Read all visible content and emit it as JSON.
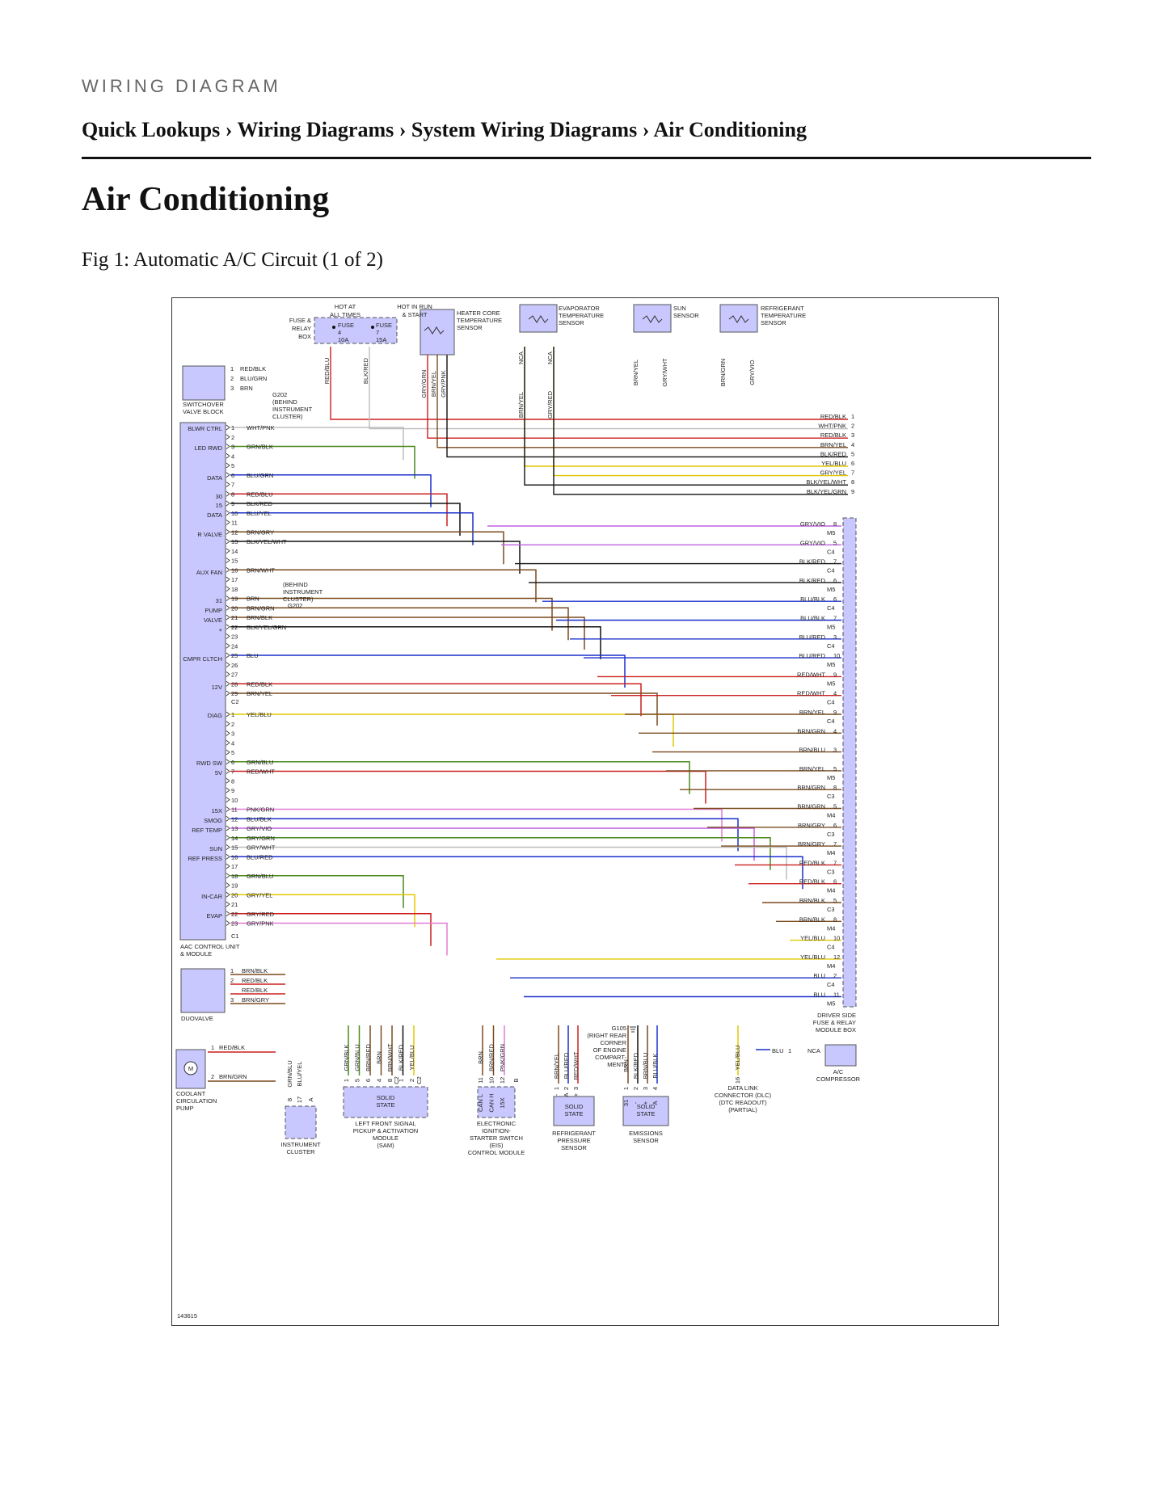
{
  "header": {
    "kicker": "WIRING DIAGRAM",
    "breadcrumb": [
      "Quick Lookups",
      "Wiring Diagrams",
      "System Wiring Diagrams",
      "Air Conditioning"
    ],
    "separator": "›"
  },
  "page": {
    "title": "Air Conditioning",
    "figure_caption": "Fig 1: Automatic A/C Circuit (1 of 2)"
  },
  "diagram": {
    "figure_number": "143615",
    "top_labels": {
      "hot_at_all_times": [
        "HOT AT",
        "ALL TIMES"
      ],
      "hot_in_run": [
        "HOT IN RUN",
        "& START"
      ],
      "fuse_box": [
        "FUSE &",
        "RELAY",
        "BOX"
      ],
      "fuse_a": [
        "FUSE",
        "4",
        "10A"
      ],
      "fuse_b": [
        "FUSE",
        "7",
        "15A"
      ],
      "heater_core": [
        "HEATER CORE",
        "TEMPERATURE",
        "SENSOR"
      ],
      "evaporator": [
        "EVAPORATOR",
        "TEMPERATURE",
        "SENSOR"
      ],
      "sun": [
        "SUN",
        "SENSOR"
      ],
      "refrigerant_temp": [
        "REFRIGERANT",
        "TEMPERATURE",
        "SENSOR"
      ]
    },
    "vertical_top_wires": [
      {
        "text": "RED/BLU",
        "slot": 0
      },
      {
        "text": "BLK/RED",
        "slot": 1
      },
      {
        "text": "GRY/GRN",
        "slot": 2
      },
      {
        "text": "BRN/YEL",
        "slot": 3
      },
      {
        "text": "GRY/PNK",
        "slot": 4
      },
      {
        "text": "NCA",
        "slot": 5
      },
      {
        "text": "NCA",
        "slot": 6
      },
      {
        "text": "BRN/YEL",
        "slot": 7
      },
      {
        "text": "GRY/RED",
        "slot": 8
      },
      {
        "text": "BRN/YEL",
        "slot": 9
      },
      {
        "text": "GRY/WHT",
        "slot": 10
      },
      {
        "text": "BRN/GRN",
        "slot": 11
      },
      {
        "text": "GRY/VIO",
        "slot": 12
      }
    ],
    "switchover_valve": {
      "label": [
        "SWITCHOVER",
        "VALVE BLOCK"
      ],
      "pins": [
        {
          "pin": "1",
          "wire": "RED/BLK"
        },
        {
          "pin": "2",
          "wire": "BLU/GRN"
        },
        {
          "pin": "3",
          "wire": "BRN"
        }
      ],
      "ground": [
        "G202",
        "(BEHIND",
        "INSTRUMENT",
        "CLUSTER)"
      ]
    },
    "aac_module": {
      "label": [
        "AAC CONTROL UNIT",
        "& MODULE"
      ],
      "pin_functions": [
        "BLWR CTRL",
        "LED RWD",
        "DATA",
        "30",
        "15",
        "DATA",
        "R VALVE",
        "AUX FAN",
        "31",
        "PUMP",
        "VALVE",
        "+",
        "CMPR CLTCH",
        "12V",
        "DIAG",
        "RWD SW",
        "5V",
        "15X",
        "SMOG",
        "REF TEMP",
        "SUN",
        "REF PRESS",
        "IN-CAR",
        "EVAP"
      ],
      "connector_labels": [
        "C2",
        "C1"
      ],
      "pins_c2": [
        {
          "pin": "1",
          "wire": "WHT/PNK"
        },
        {
          "pin": "2",
          "wire": ""
        },
        {
          "pin": "3",
          "wire": "GRN/BLK"
        },
        {
          "pin": "4",
          "wire": ""
        },
        {
          "pin": "5",
          "wire": ""
        },
        {
          "pin": "6",
          "wire": "BLU/GRN"
        },
        {
          "pin": "7",
          "wire": ""
        },
        {
          "pin": "8",
          "wire": "RED/BLU"
        },
        {
          "pin": "9",
          "wire": "BLK/RED"
        },
        {
          "pin": "10",
          "wire": "BLU/YEL"
        },
        {
          "pin": "11",
          "wire": ""
        },
        {
          "pin": "12",
          "wire": "BRN/GRY"
        },
        {
          "pin": "13",
          "wire": "BLK/YEL/WHT"
        },
        {
          "pin": "14",
          "wire": ""
        },
        {
          "pin": "15",
          "wire": ""
        },
        {
          "pin": "16",
          "wire": "BRN/WHT"
        },
        {
          "pin": "17",
          "wire": ""
        },
        {
          "pin": "18",
          "wire": ""
        },
        {
          "pin": "19",
          "wire": "BRN"
        },
        {
          "pin": "20",
          "wire": "BRN/GRN"
        },
        {
          "pin": "21",
          "wire": "BRN/BLK"
        },
        {
          "pin": "22",
          "wire": "BLK/YEL/GRN"
        },
        {
          "pin": "23",
          "wire": ""
        },
        {
          "pin": "24",
          "wire": ""
        },
        {
          "pin": "25",
          "wire": "BLU"
        },
        {
          "pin": "26",
          "wire": ""
        },
        {
          "pin": "27",
          "wire": ""
        },
        {
          "pin": "28",
          "wire": "RED/BLK"
        },
        {
          "pin": "29",
          "wire": "BRN/YEL"
        }
      ],
      "pins_c1": [
        {
          "pin": "1",
          "wire": "YEL/BLU"
        },
        {
          "pin": "2",
          "wire": ""
        },
        {
          "pin": "3",
          "wire": ""
        },
        {
          "pin": "4",
          "wire": ""
        },
        {
          "pin": "5",
          "wire": ""
        },
        {
          "pin": "6",
          "wire": "GRN/BLU"
        },
        {
          "pin": "7",
          "wire": "RED/WHT"
        },
        {
          "pin": "8",
          "wire": ""
        },
        {
          "pin": "9",
          "wire": ""
        },
        {
          "pin": "10",
          "wire": ""
        },
        {
          "pin": "11",
          "wire": "PNK/GRN"
        },
        {
          "pin": "12",
          "wire": "BLU/BLK"
        },
        {
          "pin": "13",
          "wire": "GRY/VIO"
        },
        {
          "pin": "14",
          "wire": "GRY/GRN"
        },
        {
          "pin": "15",
          "wire": "GRY/WHT"
        },
        {
          "pin": "16",
          "wire": "BLU/RED"
        },
        {
          "pin": "17",
          "wire": ""
        },
        {
          "pin": "18",
          "wire": "GRN/BLU"
        },
        {
          "pin": "19",
          "wire": ""
        },
        {
          "pin": "20",
          "wire": "GRY/YEL"
        },
        {
          "pin": "21",
          "wire": ""
        },
        {
          "pin": "22",
          "wire": "GRY/RED"
        },
        {
          "pin": "23",
          "wire": "GRY/PNK"
        }
      ],
      "ground2": [
        "(BEHIND",
        "INSTRUMENT",
        "CLUSTER)",
        "G202"
      ]
    },
    "right_side_wires": [
      {
        "wire": "RED/BLK",
        "pin": "1",
        "conn": ""
      },
      {
        "wire": "WHT/PNK",
        "pin": "2",
        "conn": ""
      },
      {
        "wire": "RED/BLK",
        "pin": "3",
        "conn": ""
      },
      {
        "wire": "BRN/YEL",
        "pin": "4",
        "conn": ""
      },
      {
        "wire": "BLK/RED",
        "pin": "5",
        "conn": ""
      },
      {
        "wire": "YEL/BLU",
        "pin": "6",
        "conn": ""
      },
      {
        "wire": "GRY/YEL",
        "pin": "7",
        "conn": ""
      },
      {
        "wire": "BLK/YEL/WHT",
        "pin": "8",
        "conn": ""
      },
      {
        "wire": "BLK/YEL/GRN",
        "pin": "9",
        "conn": ""
      }
    ],
    "fuse_module_wires": [
      {
        "wire": "GRY/VIO",
        "pin": "8",
        "conn": "M5"
      },
      {
        "wire": "GRY/VIO",
        "pin": "5",
        "conn": "C4"
      },
      {
        "wire": "BLK/RED",
        "pin": "7",
        "conn": "C4"
      },
      {
        "wire": "BLK/RED",
        "pin": "6",
        "conn": "M5"
      },
      {
        "wire": "BLU/BLK",
        "pin": "6",
        "conn": "C4"
      },
      {
        "wire": "BLU/BLK",
        "pin": "7",
        "conn": "M5"
      },
      {
        "wire": "BLU/RED",
        "pin": "3",
        "conn": "C4"
      },
      {
        "wire": "BLU/RED",
        "pin": "10",
        "conn": "M5"
      },
      {
        "wire": "RED/WHT",
        "pin": "9",
        "conn": "M5"
      },
      {
        "wire": "RED/WHT",
        "pin": "4",
        "conn": "C4"
      },
      {
        "wire": "BRN/YEL",
        "pin": "9",
        "conn": "C4"
      },
      {
        "wire": "BRN/GRN",
        "pin": "4",
        "conn": ""
      },
      {
        "wire": "BRN/BLU",
        "pin": "3",
        "conn": ""
      },
      {
        "wire": "BRN/YEL",
        "pin": "5",
        "conn": "M5"
      },
      {
        "wire": "BRN/GRN",
        "pin": "8",
        "conn": "C3"
      },
      {
        "wire": "BRN/GRN",
        "pin": "5",
        "conn": "M4"
      },
      {
        "wire": "BRN/GRY",
        "pin": "6",
        "conn": "C3"
      },
      {
        "wire": "BRN/GRY",
        "pin": "7",
        "conn": "M4"
      },
      {
        "wire": "RED/BLK",
        "pin": "7",
        "conn": "C3"
      },
      {
        "wire": "RED/BLK",
        "pin": "6",
        "conn": "M4"
      },
      {
        "wire": "BRN/BLK",
        "pin": "5",
        "conn": "C3"
      },
      {
        "wire": "BRN/BLK",
        "pin": "8",
        "conn": "M4"
      },
      {
        "wire": "YEL/BLU",
        "pin": "10",
        "conn": "C4"
      },
      {
        "wire": "YEL/BLU",
        "pin": "12",
        "conn": "M4"
      },
      {
        "wire": "BLU",
        "pin": "2",
        "conn": "C4"
      },
      {
        "wire": "BLU",
        "pin": "11",
        "conn": "M5"
      }
    ],
    "driver_fuse_box": [
      "DRIVER SIDE",
      "FUSE & RELAY",
      "MODULE BOX"
    ],
    "duovalve": {
      "label": "DUOVALVE",
      "pins": [
        {
          "pin": "1",
          "wire": "BRN/BLK"
        },
        {
          "pin": "2",
          "wire": "RED/BLK"
        },
        {
          "pin": "",
          "wire": "RED/BLK"
        },
        {
          "pin": "3",
          "wire": "BRN/GRY"
        }
      ]
    },
    "coolant_pump": {
      "label": [
        "COOLANT",
        "CIRCULATION",
        "PUMP"
      ],
      "motor": "M",
      "pins": [
        {
          "pin": "1",
          "wire": "RED/BLK"
        },
        {
          "pin": "2",
          "wire": "BRN/GRN"
        }
      ]
    },
    "instrument_cluster": {
      "label": [
        "INSTRUMENT",
        "CLUSTER"
      ],
      "wires": [
        "GRN/BLU",
        "BLU/YEL"
      ],
      "pins": [
        "8",
        "17"
      ],
      "connector": "A"
    },
    "sam": {
      "label": [
        "LEFT FRONT SIGNAL",
        "PICKUP & ACTIVATION",
        "MODULE",
        "(SAM)"
      ],
      "box": [
        "SOLID",
        "STATE"
      ],
      "wires": [
        "GRN/BLK",
        "GRN/BLU",
        "BRN/RED",
        "BRN",
        "BRN/WHT",
        "BLK/RED",
        "YEL/BLU"
      ],
      "pins": [
        "1",
        "5",
        "6",
        "4",
        "8",
        "1",
        "2"
      ],
      "connectors": [
        "C2",
        "C2"
      ]
    },
    "eis": {
      "label": [
        "ELECTRONIC",
        "IGNITION-",
        "STARTER SWITCH",
        "(EIS)",
        "CONTROL MODULE"
      ],
      "wires": [
        "BRN",
        "BRN/RED",
        "PNK/GRN"
      ],
      "pins": [
        "11",
        "10",
        "12"
      ],
      "box": [
        "CAN L",
        "CAN H",
        "15X"
      ],
      "connector": "B"
    },
    "g105": [
      "G105",
      "(RIGHT REAR",
      "CORNER",
      "OF ENGINE",
      "COMPART-",
      "MENT)"
    ],
    "refrigerant_pressure": {
      "label": [
        "REFRIGERANT",
        "PRESSURE",
        "SENSOR"
      ],
      "box": [
        "SOLID",
        "STATE"
      ],
      "wires": [
        "BRN/YEL",
        "BLU/RED",
        "RED/WHT"
      ],
      "pins": [
        "1",
        "2",
        "3"
      ],
      "symbols": [
        "-",
        "A",
        "+"
      ]
    },
    "emissions_sensor": {
      "label": [
        "EMISSIONS",
        "SENSOR"
      ],
      "box": [
        "SOLID",
        "STATE"
      ],
      "wires": [
        "BRN",
        "BLK/RED",
        "BRN/BLU",
        "BLU/BLK"
      ],
      "pins": [
        "1",
        "2",
        "3",
        "4"
      ],
      "symbols": [
        "31",
        "-",
        "+",
        "A"
      ]
    },
    "dlc": {
      "label": [
        "DATA LINK",
        "CONNECTOR (DLC)",
        "(DTC READOUT)",
        "(PARTIAL)"
      ],
      "wire": "YEL/BLU",
      "pin": "16"
    },
    "compressor": {
      "label": [
        "A/C",
        "COMPRESSOR"
      ],
      "wire": "BLU",
      "pin": "1",
      "nca": "NCA"
    }
  }
}
